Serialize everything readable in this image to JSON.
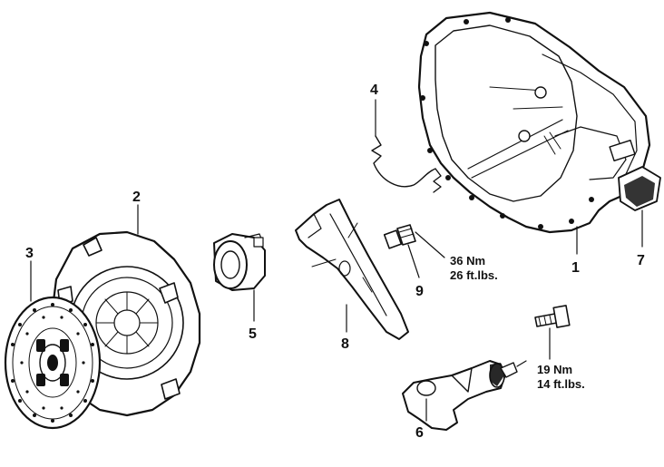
{
  "callouts": {
    "c1": "1",
    "c2": "2",
    "c3": "3",
    "c4": "4",
    "c5": "5",
    "c6": "6",
    "c7": "7",
    "c8": "8",
    "c9": "9"
  },
  "torques": {
    "bolt_9": {
      "nm": "36 Nm",
      "ftlbs": "26 ft.lbs."
    },
    "bolt_slave": {
      "nm": "19 Nm",
      "ftlbs": "14 ft.lbs."
    }
  },
  "colors": {
    "ink": "#111111",
    "paper": "#ffffff"
  }
}
